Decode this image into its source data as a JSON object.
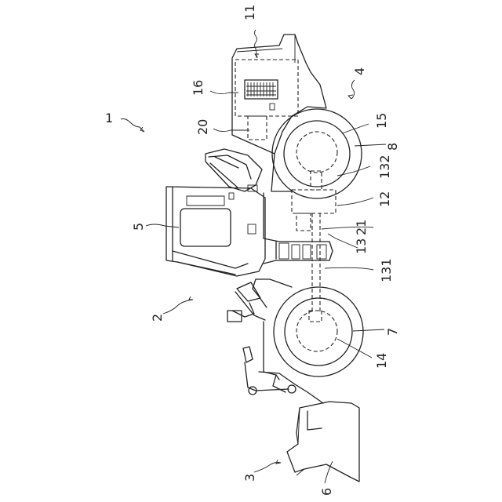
{
  "figure": {
    "labels": {
      "vehicle": "1",
      "front_frame": "2",
      "work_implement": "3",
      "rear_frame": "4",
      "cab": "5",
      "bucket": "6",
      "front_wheel": "7",
      "rear_wheel": "8",
      "engine_room": "11",
      "transmission": "12",
      "drive_shaft": "13",
      "front_axle": "14",
      "rear_axle": "15",
      "cooling_unit": "16",
      "engine": "20",
      "pump": "21",
      "front_shaft": "131",
      "rear_shaft": "132"
    }
  }
}
